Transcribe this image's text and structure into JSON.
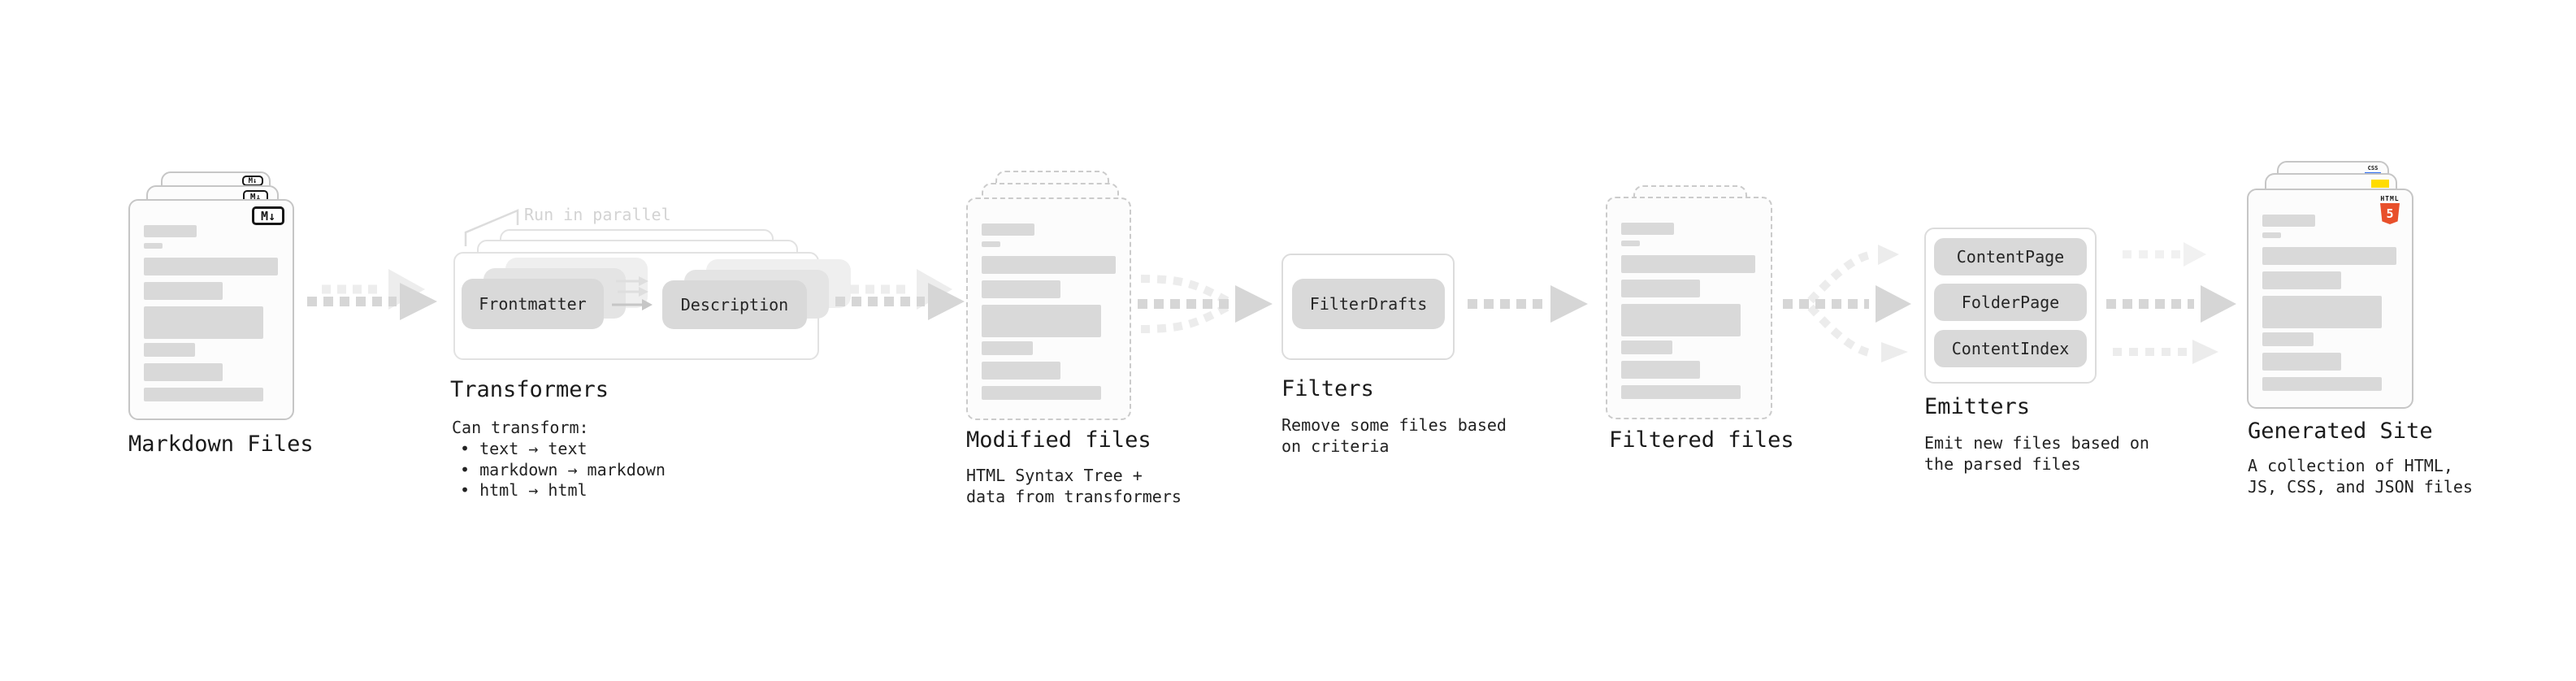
{
  "diagram": {
    "markdown_files": {
      "label": "Markdown Files",
      "badge": "M↓"
    },
    "transformers": {
      "label": "Transformers",
      "annotation": "Run in parallel",
      "chips": [
        "Frontmatter",
        "Description"
      ],
      "caption": "Can transform:",
      "bullets": [
        "• text → text",
        "• markdown → markdown",
        "• html → html"
      ]
    },
    "modified_files": {
      "label": "Modified files",
      "caption_lines": [
        "HTML Syntax Tree +",
        "data from transformers"
      ]
    },
    "filters": {
      "label": "Filters",
      "chips": [
        "FilterDrafts"
      ],
      "caption_lines": [
        "Remove some files based",
        "on criteria"
      ]
    },
    "filtered_files": {
      "label": "Filtered files"
    },
    "emitters": {
      "label": "Emitters",
      "chips": [
        "ContentPage",
        "FolderPage",
        "ContentIndex"
      ],
      "caption_lines": [
        "Emit new files based on",
        "the parsed files"
      ]
    },
    "generated_site": {
      "label": "Generated Site",
      "caption_lines": [
        "A collection of HTML,",
        "JS, CSS, and JSON files"
      ],
      "badges": {
        "css": "CSS",
        "html_word": "HTML",
        "html_number": "5"
      }
    }
  },
  "colors": {
    "arrow_dark": "#d6d6d6",
    "arrow_light": "#ededed",
    "placeholder_bar": "#d9d9d9",
    "chip_fill": "#d9d9d9",
    "html5_orange": "#e8502b",
    "js_yellow": "#ffdc00",
    "css_blue": "#2b6cf0"
  }
}
